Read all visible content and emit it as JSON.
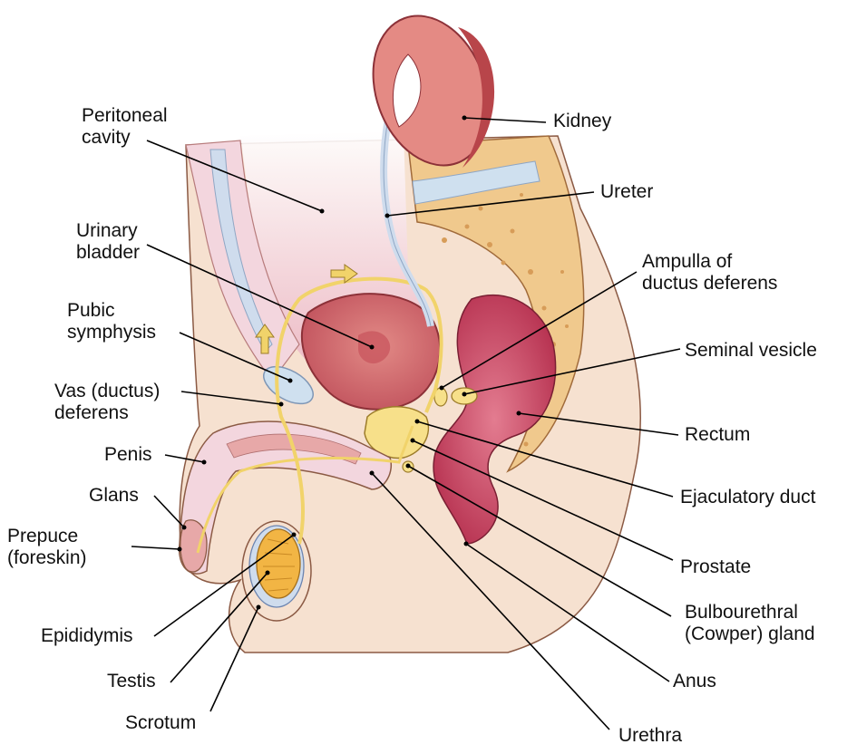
{
  "labels": {
    "kidney": [
      "Kidney"
    ],
    "peritoneal_cavity": [
      "Peritoneal",
      "cavity"
    ],
    "ureter": [
      "Ureter"
    ],
    "urinary_bladder": [
      "Urinary",
      "bladder"
    ],
    "ampulla": [
      "Ampulla of",
      "ductus deferens"
    ],
    "pubic_symphysis": [
      "Pubic",
      "symphysis"
    ],
    "seminal_vesicle": [
      "Seminal vesicle"
    ],
    "vas_deferens": [
      "Vas (ductus)",
      "deferens"
    ],
    "rectum": [
      "Rectum"
    ],
    "penis": [
      "Penis"
    ],
    "ejaculatory_duct": [
      "Ejaculatory duct"
    ],
    "glans": [
      "Glans"
    ],
    "prepuce": [
      "Prepuce",
      "(foreskin)"
    ],
    "prostate": [
      "Prostate"
    ],
    "bulbourethral": [
      "Bulbourethral",
      "(Cowper) gland"
    ],
    "epididymis": [
      "Epididymis"
    ],
    "testis": [
      "Testis"
    ],
    "anus": [
      "Anus"
    ],
    "scrotum": [
      "Scrotum"
    ],
    "urethra": [
      "Urethra"
    ]
  },
  "colors": {
    "skin": "#f6e1d0",
    "skin_shadow": "#e7c4ae",
    "peritoneum": "#f3d6de",
    "bladder": "#d9707a",
    "bladder_inner": "#c2545e",
    "rectum": "#c23e5c",
    "rectum_light": "#e37c90",
    "bone": "#f0c98d",
    "bone_dots": "#d79c58",
    "gland_yellow": "#f7e08a",
    "duct": "#f1d36a",
    "testis": "#f2b544",
    "blue_sheath": "#b9cde6",
    "kidney": "#e48a84",
    "kidney_dark": "#b8454a",
    "penis_tissue": "#e7a8a8",
    "leader": "#000000"
  }
}
